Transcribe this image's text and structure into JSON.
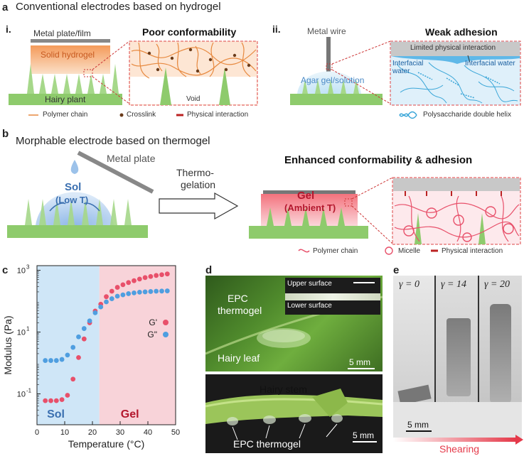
{
  "panel_a": {
    "letter": "a",
    "title": "Conventional electrodes based on hydrogel",
    "i_label": "i.",
    "ii_label": "ii.",
    "metal_plate_film": "Metal plate/film",
    "solid_hydrogel": "Solid hydrogel",
    "hairy_plant": "Hairy plant",
    "poor_conformability": "Poor conformability",
    "void": "Void",
    "legend_polymer_chain": "Polymer chain",
    "legend_crosslink": "Crosslink",
    "legend_physical": "Physical interaction",
    "metal_wire": "Metal wire",
    "agar": "Agar gel/solution",
    "weak_adhesion": "Weak adhesion",
    "limited_interaction": "Limited physical interaction",
    "interfacial_water_1": "Interfacial water",
    "interfacial_water_2": "Interfacial water",
    "double_helix": "Polysaccharide double helix"
  },
  "panel_b": {
    "letter": "b",
    "title": "Morphable electrode based on thermogel",
    "metal_plate": "Metal plate",
    "sol": "Sol",
    "low_t": "(Low T)",
    "arrow_label_1": "Thermo-",
    "arrow_label_2": "gelation",
    "enhanced": "Enhanced conformability & adhesion",
    "gel": "Gel",
    "ambient_t": "(Ambient T)",
    "legend_polymer_chain": "Polymer chain",
    "legend_micelle": "Micelle",
    "legend_physical": "Physical interaction"
  },
  "panel_c": {
    "letter": "c",
    "sol": "Sol",
    "gel": "Gel"
  },
  "panel_d": {
    "letter": "d",
    "epc_thermogel_1": "EPC",
    "epc_thermogel_2": "thermogel",
    "hairy_leaf": "Hairy leaf",
    "scale_1": "5 mm",
    "upper_surface": "Upper surface",
    "lower_surface": "Lower surface",
    "hairy_stem": "Hairy stem",
    "epc_thermogel_bottom": "EPC thermogel",
    "scale_2": "5 mm"
  },
  "panel_e": {
    "letter": "e",
    "gamma_0": "γ = 0",
    "gamma_14": "γ = 14",
    "gamma_20": "γ = 20",
    "scale": "5 mm",
    "shearing": "Shearing"
  },
  "colors": {
    "sol_region": "#cfe6f7",
    "gel_region": "#f8d3d9",
    "g_prime": "#e8506a",
    "g_double_prime": "#4f9ee0",
    "plant_green": "#8bc96a",
    "hydrogel_orange": "#f6a86a",
    "gel_red": "#f06a76"
  },
  "chart_data": {
    "type": "scatter",
    "title": "",
    "xlabel": "Temperature (°C)",
    "ylabel": "Modulus (Pa)",
    "xlim": [
      0,
      50
    ],
    "ylim_log10": [
      -2,
      3.15
    ],
    "x_ticks": [
      "0",
      "10",
      "20",
      "30",
      "40",
      "50"
    ],
    "y_ticks": [
      "10",
      "10",
      "10"
    ],
    "y_tick_exponents": [
      "-1",
      "1",
      "3"
    ],
    "y_log_scale": true,
    "regions": [
      {
        "label": "Sol",
        "x": [
          0,
          22.5
        ]
      },
      {
        "label": "Gel",
        "x": [
          22.5,
          50
        ]
      }
    ],
    "legend": "inside-right",
    "series": [
      {
        "name": "G'",
        "x": [
          3,
          5,
          7,
          9,
          11,
          13,
          15,
          17,
          19,
          21,
          23,
          25,
          27,
          29,
          31,
          33,
          35,
          37,
          39,
          41,
          43,
          45,
          47
        ],
        "y": [
          0.06,
          0.06,
          0.06,
          0.065,
          0.09,
          0.3,
          1.5,
          6,
          20,
          48,
          80,
          140,
          210,
          280,
          340,
          400,
          460,
          520,
          580,
          630,
          680,
          720,
          760
        ]
      },
      {
        "name": "G\"",
        "x": [
          3,
          5,
          7,
          9,
          11,
          13,
          15,
          17,
          19,
          21,
          23,
          25,
          27,
          29,
          31,
          33,
          35,
          37,
          39,
          41,
          43,
          45,
          47
        ],
        "y": [
          1.2,
          1.2,
          1.2,
          1.3,
          1.8,
          3.2,
          7,
          13,
          23,
          42,
          65,
          95,
          120,
          145,
          160,
          175,
          185,
          195,
          200,
          205,
          210,
          212,
          215
        ]
      }
    ]
  }
}
